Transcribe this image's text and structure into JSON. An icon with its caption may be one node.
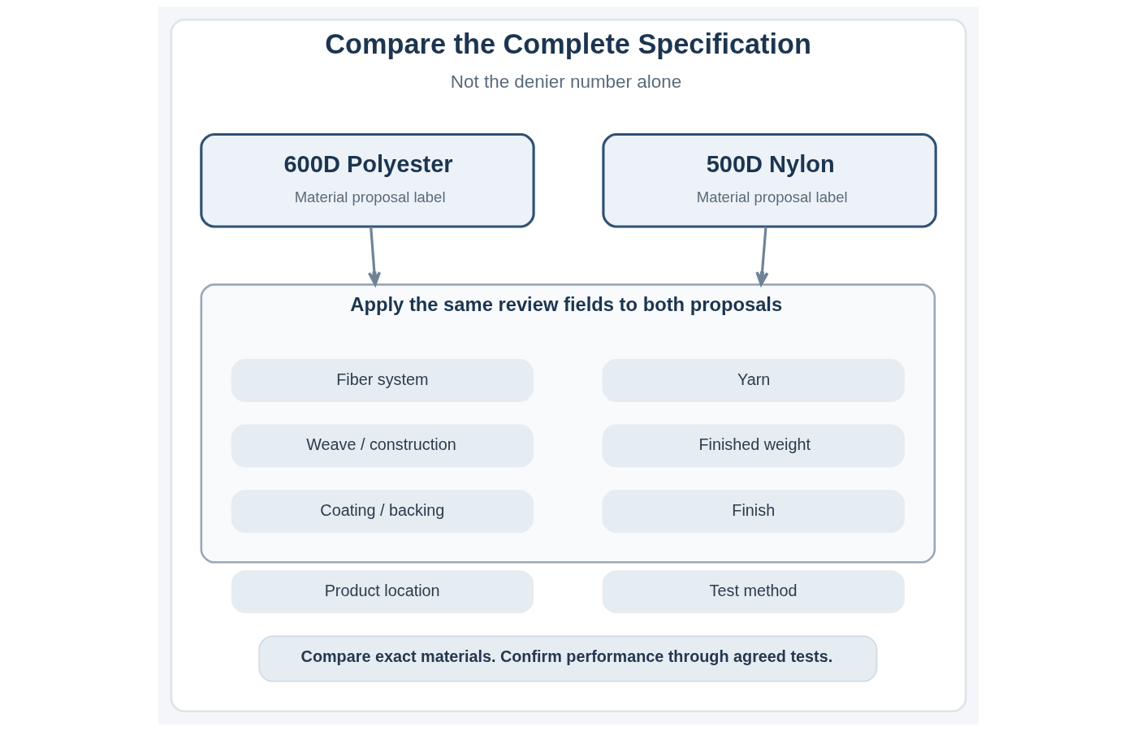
{
  "diagram": {
    "nodes": [
      {
        "text": [
          "Compare the Complete Specification",
          "Not the denier number alone"
        ]
      },
      {
        "text": [
          "600D Polyester",
          "Material proposal label"
        ],
        "in": 0
      },
      {
        "text": [
          "500D Nylon",
          "Material proposal label"
        ],
        "in": 0
      },
      {
        "text": [
          "Apply the same review fields to both proposals"
        ],
        "in": 0
      },
      {
        "text": [
          "Fiber system"
        ],
        "in": 3
      },
      {
        "text": [
          "Yarn"
        ],
        "in": 3
      },
      {
        "text": [
          "Weave / construction"
        ],
        "in": 3
      },
      {
        "text": [
          "Finished weight"
        ],
        "in": 3
      },
      {
        "text": [
          "Coating / backing"
        ],
        "in": 3
      },
      {
        "text": [
          "Finish"
        ],
        "in": 3
      },
      {
        "text": [
          "Product location"
        ],
        "in": 0
      },
      {
        "text": [
          "Test method"
        ],
        "in": 0
      },
      {
        "text": [
          "Compare exact materials. Confirm performance through agreed tests."
        ],
        "in": 0
      }
    ],
    "edges": [
      {
        "from": 1,
        "to": 3,
        "arrow": "to"
      },
      {
        "from": 2,
        "to": 3,
        "arrow": "to"
      }
    ]
  }
}
